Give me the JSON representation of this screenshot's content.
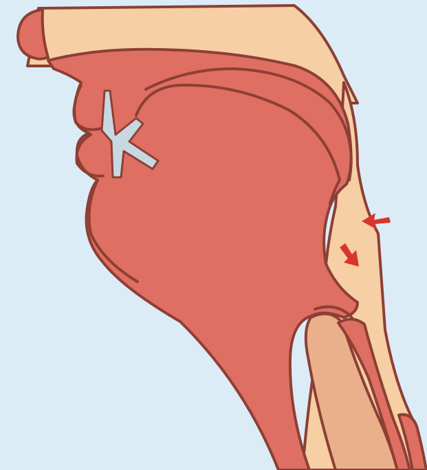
{
  "diagram": {
    "subject": "sagittal-section-of-mouth-and-throat",
    "colors": {
      "background": "#dcecf6",
      "tissue": "#df6f62",
      "tissue_light": "#f6cfa4",
      "tissue_mid": "#eab08b",
      "outline": "#8d3f35",
      "air_gap": "#c7d8e2",
      "arrow": "#d8362b"
    },
    "arrows": [
      {
        "id": "pharyngeal-wall-arrow",
        "direction": "left"
      },
      {
        "id": "tongue-base-arrow",
        "direction": "down-right"
      }
    ]
  }
}
